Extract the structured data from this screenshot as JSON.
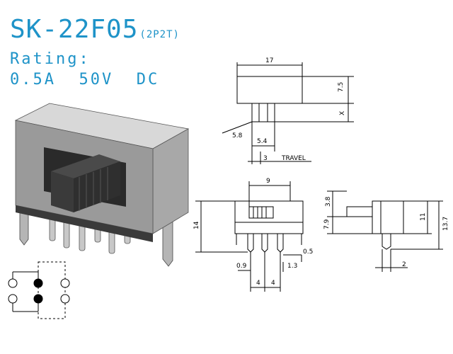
{
  "header": {
    "model": "SK-22F05",
    "model_sub": "(2P2T)",
    "rating_label": "Rating:",
    "rating_value": "0.5A  50V  DC"
  },
  "dims": {
    "width_17": "17",
    "height_7_5": "7.5",
    "x": "X",
    "angle_5_8": "5.8",
    "w_5_4": "5.4",
    "travel_3": "3",
    "travel_label": "TRAVEL",
    "front_9": "9",
    "front_14": "14",
    "front_0_9": "0.9",
    "front_4a": "4",
    "front_4b": "4",
    "front_1_3": "1.3",
    "front_0_5": "0.5",
    "side_3_8": "3.8",
    "side_7_9": "7.9",
    "side_11": "11",
    "side_13_7": "13.7",
    "side_2": "2"
  },
  "colors": {
    "brand": "#1e93c8",
    "line": "#000000"
  }
}
